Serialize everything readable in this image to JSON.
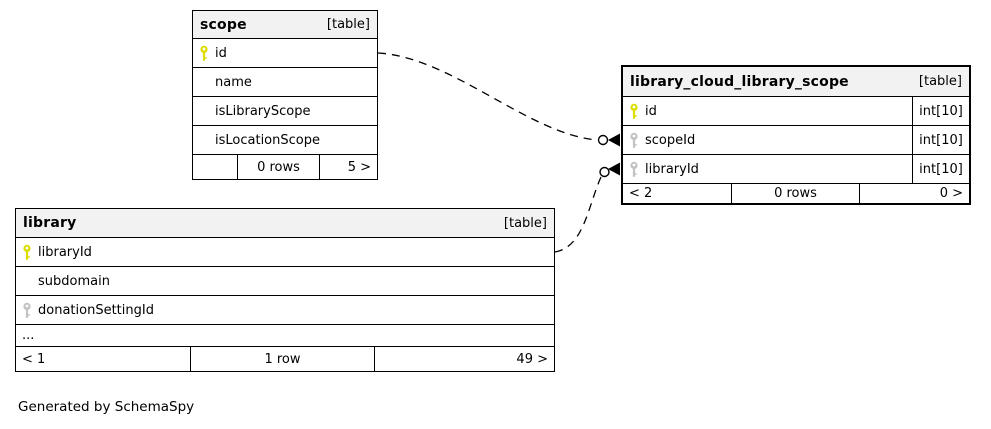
{
  "diagram": {
    "generator_note": "Generated by SchemaSpy"
  },
  "colors": {
    "background": "#ffffff",
    "border": "#000000",
    "header_bg": "#f2f2f2",
    "primary_key_icon": "#dddd00",
    "foreign_key_icon": "#c2c2c2",
    "relationship_line": "#000000"
  },
  "tables": {
    "scope": {
      "name": "scope",
      "type_label": "[table]",
      "columns": [
        {
          "name": "id",
          "key": "primary"
        },
        {
          "name": "name",
          "key": "none"
        },
        {
          "name": "isLibraryScope",
          "key": "none"
        },
        {
          "name": "isLocationScope",
          "key": "none"
        }
      ],
      "footer": {
        "left": "",
        "center": "0 rows",
        "right": "5 >"
      }
    },
    "library_cloud_library_scope": {
      "name": "library_cloud_library_scope",
      "type_label": "[table]",
      "columns": [
        {
          "name": "id",
          "type": "int[10]",
          "key": "primary"
        },
        {
          "name": "scopeId",
          "type": "int[10]",
          "key": "foreign"
        },
        {
          "name": "libraryId",
          "type": "int[10]",
          "key": "foreign"
        }
      ],
      "footer": {
        "left": "< 2",
        "center": "0 rows",
        "right": "0 >"
      }
    },
    "library": {
      "name": "library",
      "type_label": "[table]",
      "columns": [
        {
          "name": "libraryId",
          "key": "primary"
        },
        {
          "name": "subdomain",
          "key": "none"
        },
        {
          "name": "donationSettingId",
          "key": "foreign"
        }
      ],
      "ellipsis": "...",
      "footer": {
        "left": "< 1",
        "center": "1 row",
        "right": "49 >"
      }
    }
  },
  "relationships": [
    {
      "from_table": "scope",
      "from_column": "id",
      "to_table": "library_cloud_library_scope",
      "to_column": "scopeId",
      "style": "dashed"
    },
    {
      "from_table": "library",
      "from_column": "libraryId",
      "to_table": "library_cloud_library_scope",
      "to_column": "libraryId",
      "style": "dashed"
    }
  ]
}
